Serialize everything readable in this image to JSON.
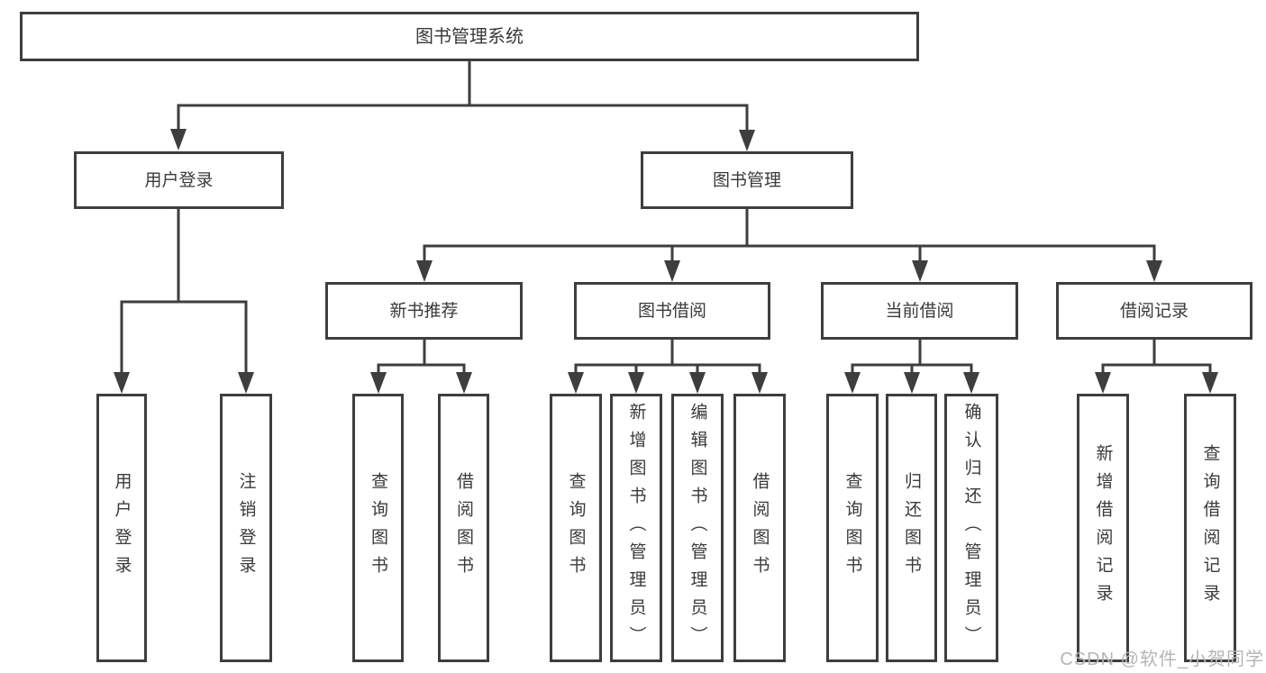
{
  "tree": {
    "label": "图书管理系统",
    "children": [
      {
        "label": "用户登录",
        "children": [
          {
            "label": "用户登录"
          },
          {
            "label": "注销登录"
          }
        ]
      },
      {
        "label": "图书管理",
        "children": [
          {
            "label": "新书推荐",
            "children": [
              {
                "label": "查询图书"
              },
              {
                "label": "借阅图书"
              }
            ]
          },
          {
            "label": "图书借阅",
            "children": [
              {
                "label": "查询图书"
              },
              {
                "label": "新增图书（管理员）"
              },
              {
                "label": "编辑图书（管理员）"
              },
              {
                "label": "借阅图书"
              }
            ]
          },
          {
            "label": "当前借阅",
            "children": [
              {
                "label": "查询图书"
              },
              {
                "label": "归还图书"
              },
              {
                "label": "确认归还（管理员）"
              }
            ]
          },
          {
            "label": "借阅记录",
            "children": [
              {
                "label": "新增借阅记录"
              },
              {
                "label": "查询借阅记录"
              }
            ]
          }
        ]
      }
    ]
  },
  "watermark": {
    "text": "CSDN @软件_小贺同学"
  },
  "colors": {
    "line": "#3e3e3e",
    "text": "#3a3a3a",
    "watermark": "#b5b5b5",
    "background": "#ffffff"
  }
}
